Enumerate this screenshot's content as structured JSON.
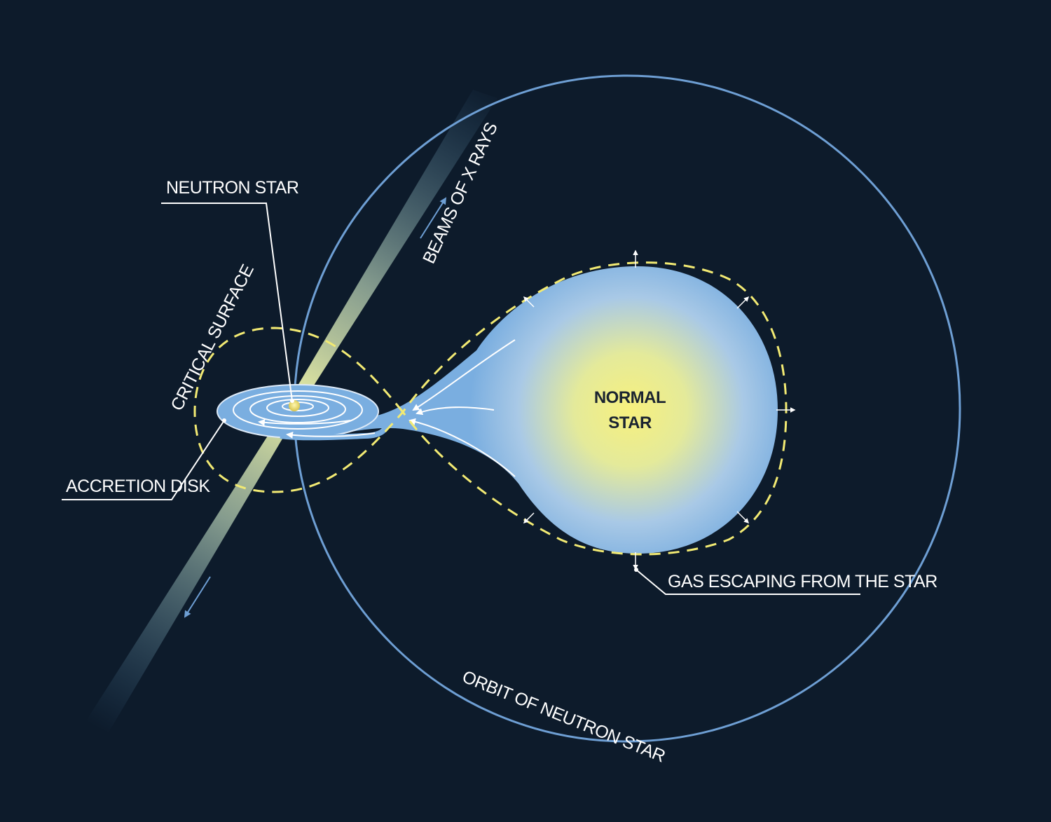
{
  "labels": {
    "neutron_star": "NEUTRON STAR",
    "beams": "BEAMS OF X RAYS",
    "critical_surface": "CRITICAL SURFACE",
    "accretion_disk": "ACCRETION DISK",
    "normal_star_line1": "NORMAL",
    "normal_star_line2": "STAR",
    "gas_escaping": "GAS ESCAPING FROM THE STAR",
    "orbit": "ORBIT OF NEUTRON STAR"
  },
  "colors": {
    "background": "#0d1b2b",
    "orbit": "#6e9fd4",
    "star_edge": "#6e9fd4",
    "star_core": "#f7f08a",
    "critical_surface": "#f2ea73",
    "neutron_star": "#f2e06a"
  }
}
